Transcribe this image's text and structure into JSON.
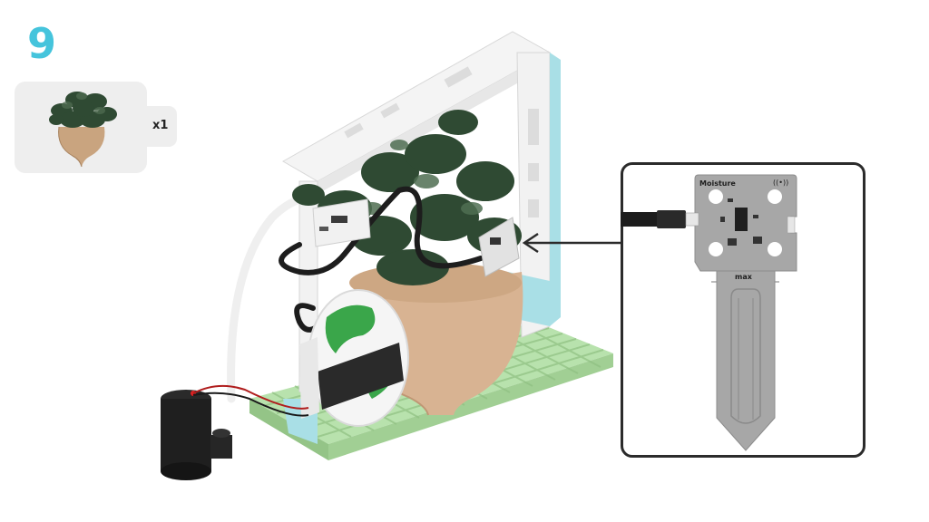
{
  "step": {
    "number": "9"
  },
  "parts": {
    "item_icon": "potted-plant-icon",
    "quantity": "x1"
  },
  "sensor_callout": {
    "label": "Moisture",
    "marker": "max",
    "signal_glyph": "((•))",
    "icon": "moisture-sensor-icon"
  },
  "colors": {
    "step_accent": "#45c4dc",
    "base_plate": "#a6d89a",
    "frame": "#ffffff",
    "frame_accent": "#a9dfe6",
    "pot": "#d8b392",
    "leaves": "#2f4a33",
    "globe_green": "#3aa64a",
    "sensor_board": "#a7a7a7",
    "callout_border": "#2b2b2b"
  }
}
